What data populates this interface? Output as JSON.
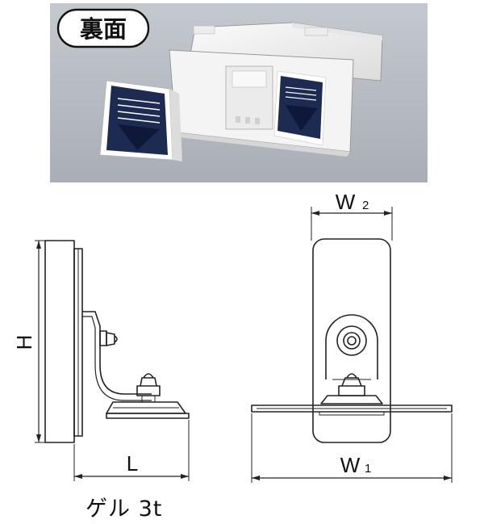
{
  "photo": {
    "badge_label": "裏面"
  },
  "side_view": {
    "height_label": "H",
    "length_label": "L"
  },
  "front_view": {
    "top_width_label": "W",
    "top_width_sub": "2",
    "bottom_width_label": "W",
    "bottom_width_sub": "1"
  },
  "caption": "ゲル 3t",
  "colors": {
    "line": "#222222",
    "photo_bg": "#b6bcc4",
    "label_navy": "#1d2a52"
  }
}
